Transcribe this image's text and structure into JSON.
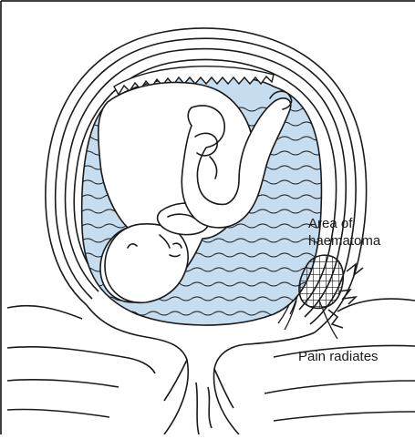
{
  "labels": {
    "haematoma_line1": "Area of",
    "haematoma_line2": "haematoma",
    "pain": "Pain radiates"
  },
  "colors": {
    "amniotic_fluid": "#c6dcef",
    "line": "#1a1a1a",
    "frame": "#000000",
    "background": "#ffffff"
  }
}
